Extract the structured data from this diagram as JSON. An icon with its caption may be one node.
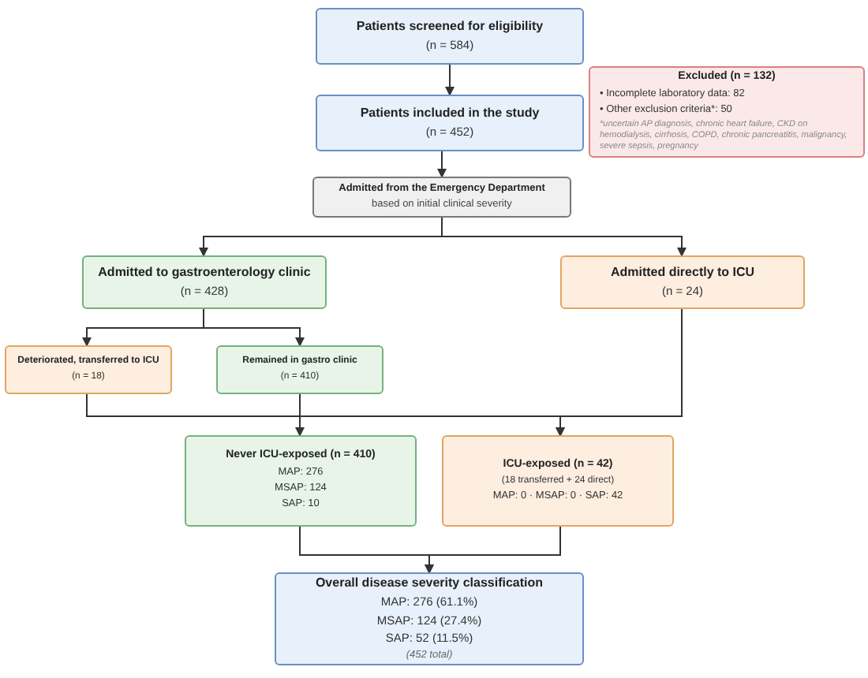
{
  "diagram": {
    "nodes": [
      {
        "text": [
          "Patients screened for eligibility",
          "(n = 584)"
        ]
      },
      {
        "text": [
          "Patients included in the study",
          "(n = 452)"
        ]
      },
      {
        "text": [
          "Excluded (n = 132)",
          "• Incomplete laboratory data: 82",
          "• Other exclusion criteria*: 50",
          "*uncertain AP diagnosis, chronic heart failure, CKD on hemodialysis, cirrhosis, COPD, chronic pancreatitis, malignancy, severe sepsis, pregnancy"
        ]
      },
      {
        "text": [
          "Admitted from the Emergency Department",
          "based on initial clinical severity"
        ]
      },
      {
        "text": [
          "Admitted to gastroenterology clinic",
          "(n = 428)"
        ]
      },
      {
        "text": [
          "Admitted directly to ICU",
          "(n = 24)"
        ]
      },
      {
        "text": [
          "Deteriorated, transferred to ICU",
          "(n = 18)"
        ]
      },
      {
        "text": [
          "Remained in gastro clinic",
          "(n = 410)"
        ]
      },
      {
        "text": [
          "Never ICU-exposed (n = 410)",
          "MAP: 276",
          "MSAP: 124",
          "SAP: 10"
        ]
      },
      {
        "text": [
          "ICU-exposed (n = 42)",
          "(18 transferred + 24 direct)",
          "MAP: 0 · MSAP: 0 · SAP: 42"
        ]
      },
      {
        "text": [
          "Overall disease severity classification",
          "MAP: 276 (61.1%)",
          "MSAP: 124 (27.4%)",
          "SAP: 52 (11.5%)",
          "(452 total)"
        ]
      }
    ],
    "edges": [
      {
        "from": 0,
        "to": 1,
        "arrow": "to"
      },
      {
        "from": 1,
        "to": 3,
        "arrow": "to"
      },
      {
        "from": 3,
        "to": 4,
        "arrow": "to"
      },
      {
        "from": 3,
        "to": 5,
        "arrow": "to"
      },
      {
        "from": 4,
        "to": 6,
        "arrow": "to"
      },
      {
        "from": 4,
        "to": 7,
        "arrow": "to"
      },
      {
        "from": 7,
        "to": 8,
        "arrow": "to"
      },
      {
        "from": 6,
        "to": 9,
        "arrow": "to"
      },
      {
        "from": 5,
        "to": 9,
        "arrow": "to"
      },
      {
        "from": 8,
        "to": 10,
        "arrow": "to"
      },
      {
        "from": 9,
        "to": 10,
        "arrow": "to"
      }
    ]
  }
}
